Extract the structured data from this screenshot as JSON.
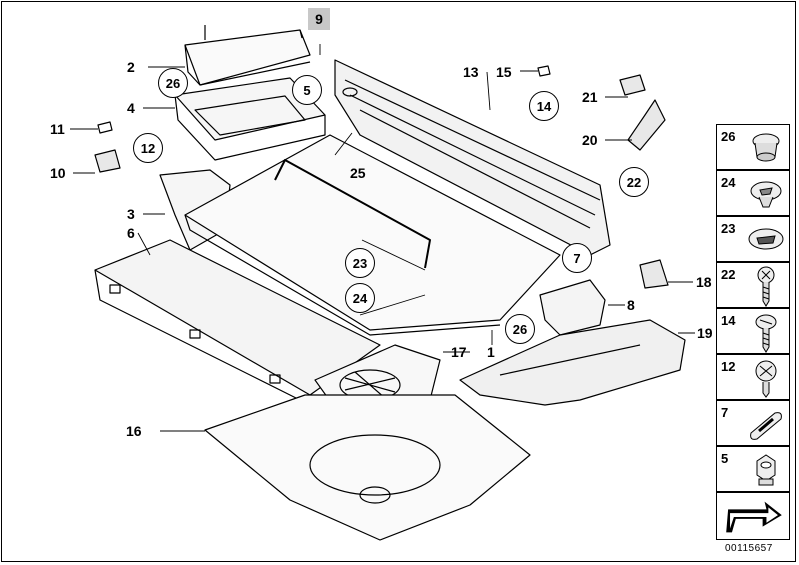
{
  "diagram": {
    "callouts": [
      {
        "id": "c2",
        "text": "2"
      },
      {
        "id": "c4",
        "text": "4"
      },
      {
        "id": "c11",
        "text": "11"
      },
      {
        "id": "c10",
        "text": "10"
      },
      {
        "id": "c3",
        "text": "3"
      },
      {
        "id": "c6",
        "text": "6"
      },
      {
        "id": "c25",
        "text": "25"
      },
      {
        "id": "c13",
        "text": "13"
      },
      {
        "id": "c15",
        "text": "15"
      },
      {
        "id": "c21",
        "text": "21"
      },
      {
        "id": "c20",
        "text": "20"
      },
      {
        "id": "c18",
        "text": "18"
      },
      {
        "id": "c8",
        "text": "8"
      },
      {
        "id": "c19",
        "text": "19"
      },
      {
        "id": "c17",
        "text": "17"
      },
      {
        "id": "c1",
        "text": "1"
      },
      {
        "id": "c16",
        "text": "16"
      }
    ],
    "highlighted_callout": "9",
    "circled": [
      {
        "id": "o26a",
        "text": "26"
      },
      {
        "id": "o5",
        "text": "5"
      },
      {
        "id": "o12",
        "text": "12"
      },
      {
        "id": "o14",
        "text": "14"
      },
      {
        "id": "o22",
        "text": "22"
      },
      {
        "id": "o7",
        "text": "7"
      },
      {
        "id": "o23",
        "text": "23"
      },
      {
        "id": "o24",
        "text": "24"
      },
      {
        "id": "o26b",
        "text": "26"
      }
    ],
    "legend": [
      {
        "num": "26",
        "icon": "grommet-plug-icon"
      },
      {
        "num": "24",
        "icon": "expanding-clip-icon"
      },
      {
        "num": "23",
        "icon": "push-rivet-icon"
      },
      {
        "num": "22",
        "icon": "phillips-screw-icon"
      },
      {
        "num": "14",
        "icon": "slotted-screw-icon"
      },
      {
        "num": "12",
        "icon": "pan-head-screw-icon"
      },
      {
        "num": "7",
        "icon": "oval-grommet-icon"
      },
      {
        "num": "5",
        "icon": "hex-nut-icon"
      },
      {
        "num": "",
        "icon": "arrow-indicator-icon"
      }
    ],
    "diagram_code": "00115657",
    "colors": {
      "line": "#000000",
      "highlight": "#c8c8c8",
      "background": "#ffffff"
    }
  }
}
